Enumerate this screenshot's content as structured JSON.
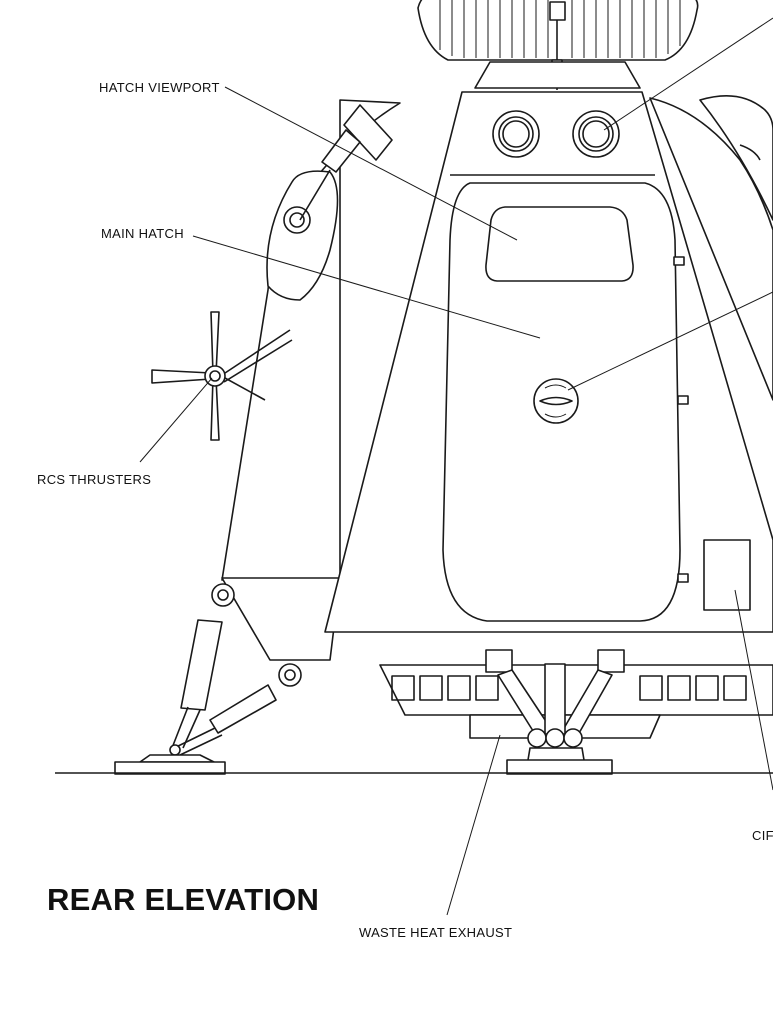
{
  "title": "REAR ELEVATION",
  "callouts": {
    "hatch_viewport": "HATCH VIEWPORT",
    "main_hatch": "MAIN HATCH",
    "rcs_thrusters": "RCS THRUSTERS",
    "waste_heat_exhaust": "WASTE HEAT EXHAUST",
    "cut_off_right": "CIF"
  },
  "colors": {
    "ink": "#1a1a1a",
    "paper": "#ffffff"
  }
}
